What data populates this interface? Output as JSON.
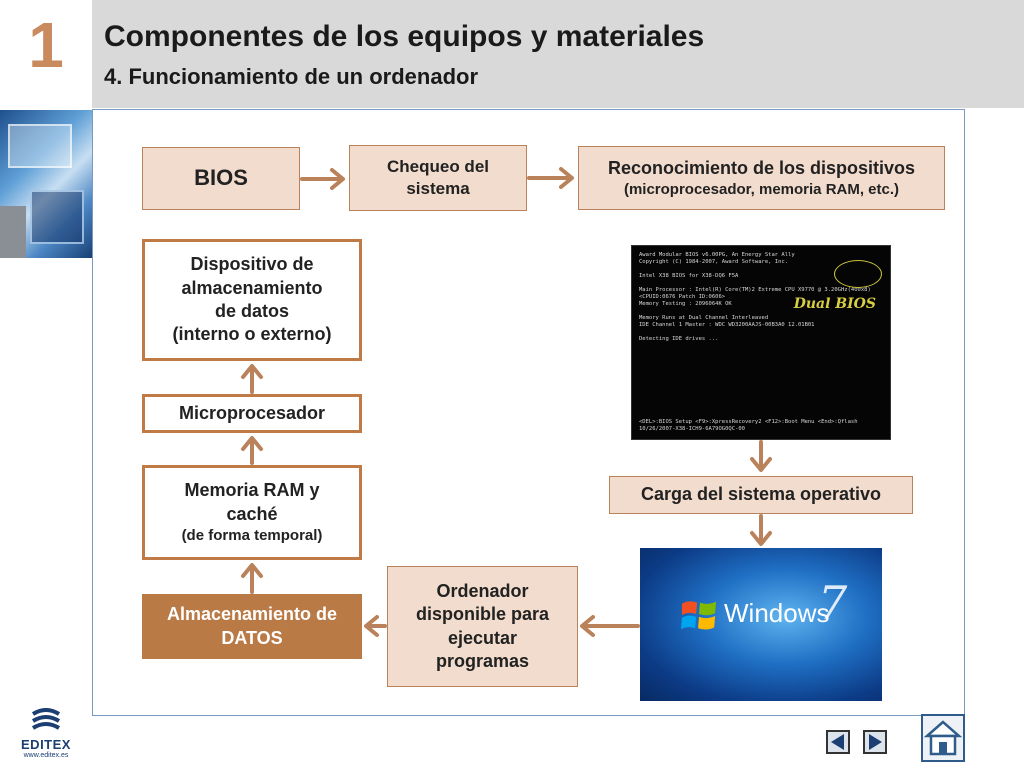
{
  "header": {
    "chapter_number": "1",
    "title": "Componentes de los equipos y materiales",
    "subtitle": "4. Funcionamiento de un ordenador"
  },
  "diagram": {
    "bios": "BIOS",
    "chequeo_line1": "Chequeo del",
    "chequeo_line2": "sistema",
    "reconocimiento_line1": "Reconocimiento de los dispositivos",
    "reconocimiento_line2": "(microprocesador, memoria RAM, etc.)",
    "carga": "Carga del sistema operativo",
    "ordenador_line1": "Ordenador",
    "ordenador_line2": "disponible para",
    "ordenador_line3": "ejecutar",
    "ordenador_line4": "programas",
    "almacenamiento_datos_line1": "Almacenamiento de",
    "almacenamiento_datos_line2": "DATOS",
    "memoria_line1": "Memoria RAM y",
    "memoria_line2": "caché",
    "memoria_line3": "(de forma temporal)",
    "microprocesador": "Microprocesador",
    "dispositivo_line1": "Dispositivo de",
    "dispositivo_line2": "almacenamiento",
    "dispositivo_line3": "de datos",
    "dispositivo_line4": "(interno o externo)"
  },
  "bios_screen": {
    "lines": [
      "Award Modular BIOS v6.00PG, An Energy Star Ally",
      "Copyright (C) 1984-2007, Award Software, Inc.",
      "",
      "Intel X38 BIOS for X38-DQ6 F5A",
      "",
      "Main Processor : Intel(R) Core(TM)2 Extreme CPU X9770 @ 3.20GHz(400x8)",
      "<CPUID:0676 Patch ID:0606>",
      "Memory Testing : 2096064K OK",
      "",
      "Memory Runs at Dual Channel Interleaved",
      "IDE Channel 1 Master : WDC WD3200AAJS-00B3A0 12.01B01",
      "",
      "Detecting IDE drives ..."
    ],
    "bottom_line1": "<DEL>:BIOS Setup <F9>:XpressRecovery2 <F12>:Boot Menu <End>:Qflash",
    "bottom_line2": "10/26/2007-X38-ICH9-6A79OG0QC-00",
    "dual_label": "Dual BIOS"
  },
  "windows_image": {
    "label": "Windows",
    "version": "7"
  },
  "footer": {
    "logo_label": "EDITEX",
    "logo_url": "www.editex.es"
  },
  "colors": {
    "accent": "#c07a45",
    "accent_fill": "#f2dccd",
    "dark_box": "#b97a45",
    "header_bg": "#d9d9d9",
    "chapter_number": "#c98a5e"
  }
}
